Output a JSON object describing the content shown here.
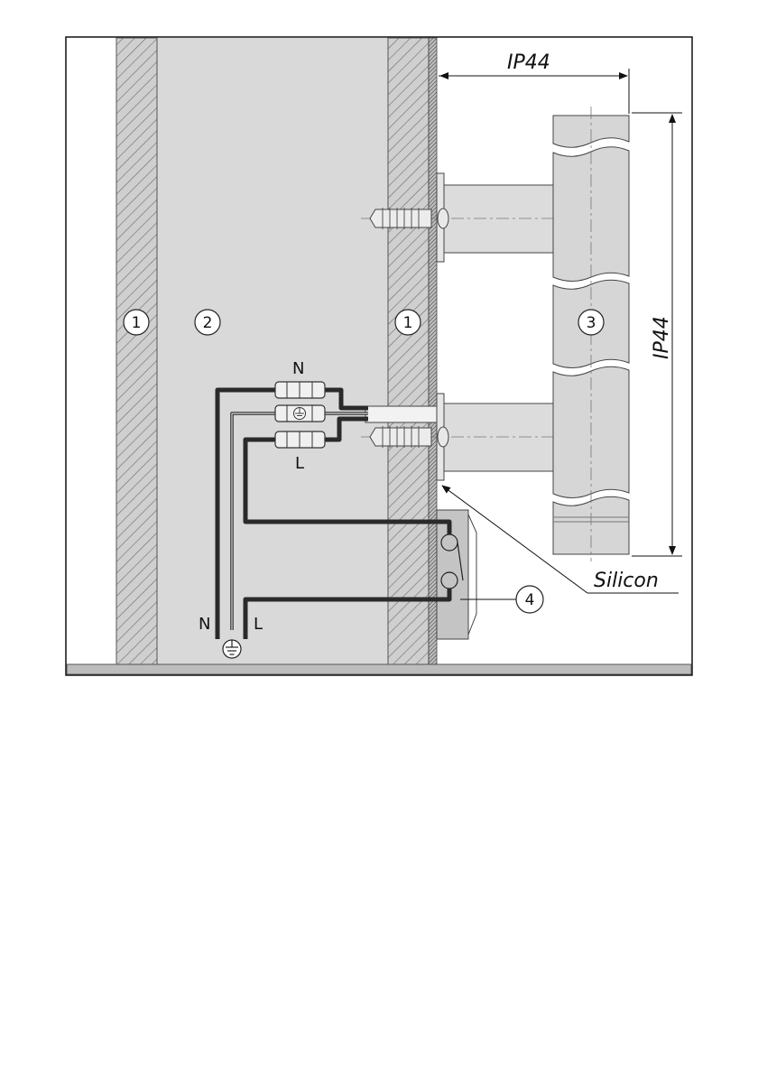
{
  "callouts": {
    "wall_left": "1",
    "cavity": "2",
    "wall_right": "1",
    "heater": "3",
    "junction_box": "4"
  },
  "dimensions": {
    "horizontal": "IP44",
    "vertical": "IP44"
  },
  "seal_label": "Silicon",
  "terminal_labels": {
    "neutral": "N",
    "live": "L"
  },
  "supply_labels": {
    "neutral": "N",
    "live": "L"
  },
  "icons": [
    "earth-ground-icon"
  ]
}
